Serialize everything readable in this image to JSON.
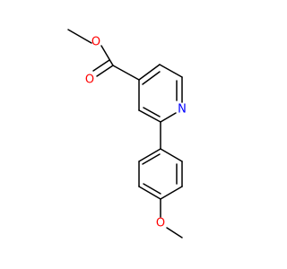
{
  "molecule": {
    "atoms": {
      "ester_O_methyl": "O",
      "ester_O_carbonyl": "O",
      "pyridine_N": "N",
      "methoxy_O": "O"
    },
    "colors": {
      "oxygen": "#FF0000",
      "nitrogen": "#0000FF",
      "bond": "#000000"
    }
  }
}
